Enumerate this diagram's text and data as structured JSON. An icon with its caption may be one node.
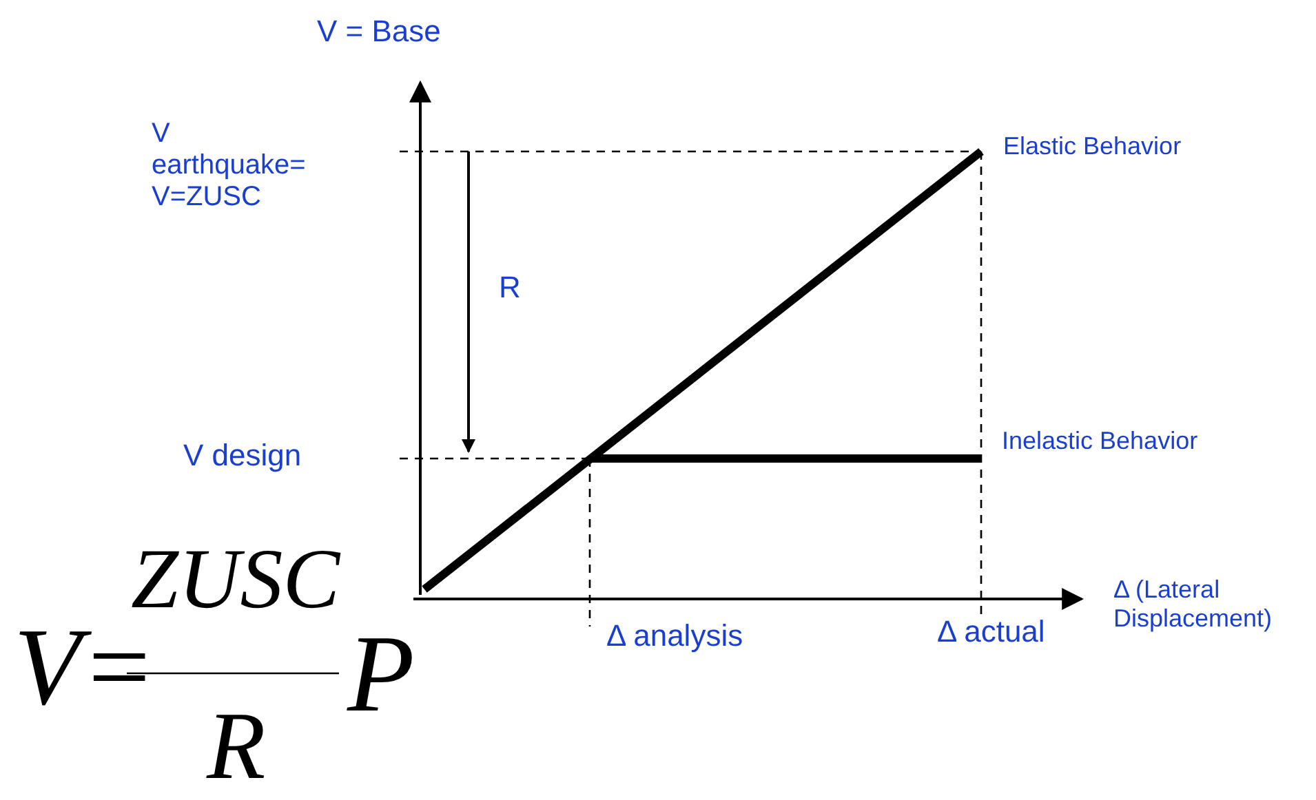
{
  "diagram": {
    "labels": [
      "V = Base",
      "V earthquake= V=ZUSC",
      "Elastic Behavior",
      "R",
      "V design",
      "Inelastic Behavior",
      "ZUSC",
      "V=",
      "P",
      "Δ (Lateral Displacement)",
      "Δ analysis",
      "Δ actual",
      "R"
    ]
  }
}
